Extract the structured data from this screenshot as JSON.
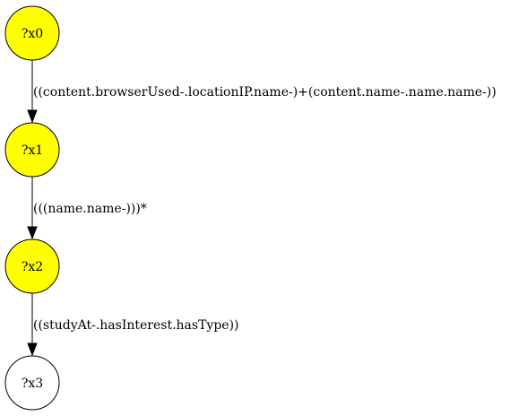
{
  "graph": {
    "nodes": [
      {
        "id": "x0",
        "label": "?x0",
        "fill": "#ffff00"
      },
      {
        "id": "x1",
        "label": "?x1",
        "fill": "#ffff00"
      },
      {
        "id": "x2",
        "label": "?x2",
        "fill": "#ffff00"
      },
      {
        "id": "x3",
        "label": "?x3",
        "fill": "#ffffff"
      }
    ],
    "edges": [
      {
        "from": "x0",
        "to": "x1",
        "label": "((content.browserUsed-.locationIP.name-)+(content.name-.name.name-))"
      },
      {
        "from": "x1",
        "to": "x2",
        "label": "(((name.name-)))*"
      },
      {
        "from": "x2",
        "to": "x3",
        "label": "((studyAt-.hasInterest.hasType))"
      }
    ]
  }
}
